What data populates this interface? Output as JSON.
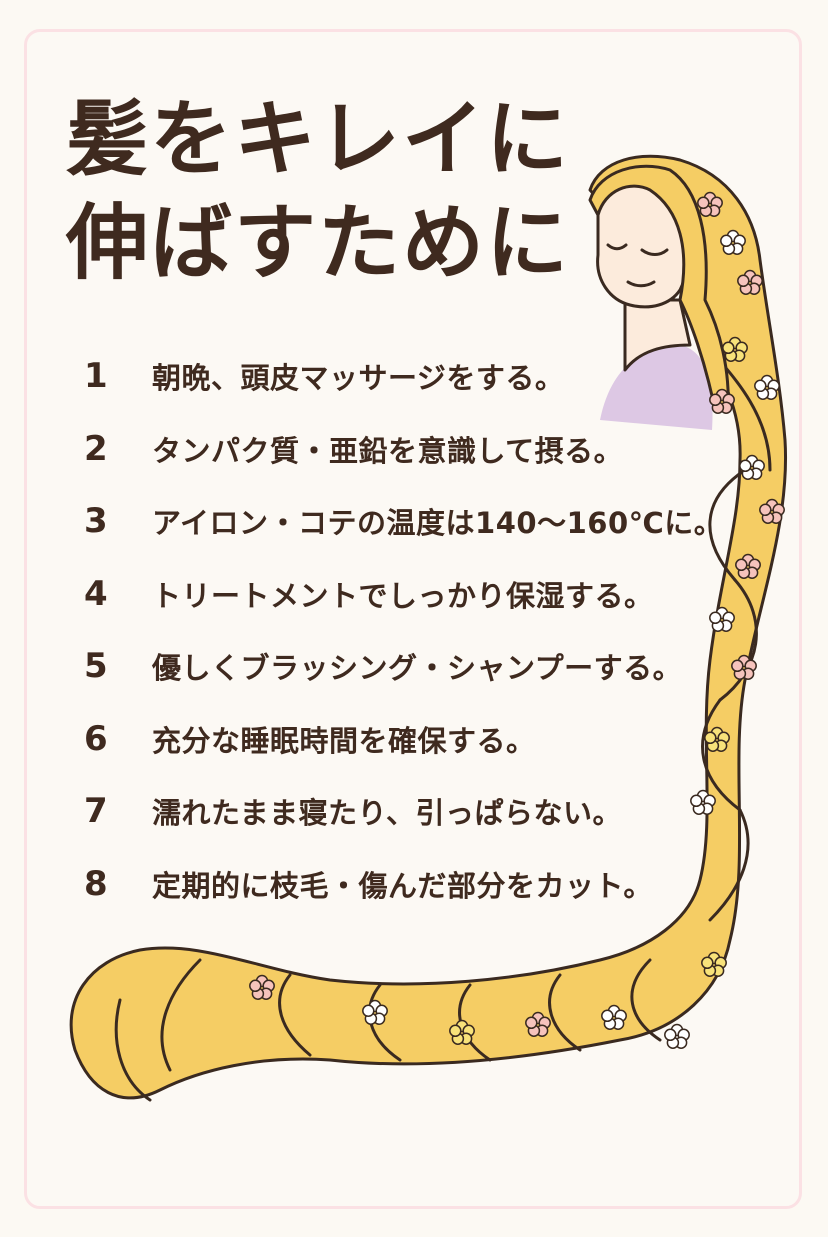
{
  "title": {
    "line1": "髪をキレイに",
    "line2": "伸ばすために"
  },
  "tips": [
    {
      "number": "1",
      "text": "朝晩、頭皮マッサージをする。"
    },
    {
      "number": "2",
      "text": "タンパク質・亜鉛を意識して摂る。"
    },
    {
      "number": "3",
      "text": "アイロン・コテの温度は140〜160℃に。"
    },
    {
      "number": "4",
      "text": "トリートメントでしっかり保湿する。"
    },
    {
      "number": "5",
      "text": "優しくブラッシング・シャンプーする。"
    },
    {
      "number": "6",
      "text": "充分な睡眠時間を確保する。"
    },
    {
      "number": "7",
      "text": "濡れたまま寝たり、引っぱらない。"
    },
    {
      "number": "8",
      "text": "定期的に枝毛・傷んだ部分をカット。"
    }
  ],
  "illustration": {
    "subject": "woman-with-long-braided-hair-and-flowers",
    "hair_color": "#f5cd64",
    "outline_color": "#3a2a20",
    "skin_color": "#fcebdc",
    "dress_color": "#ddc8e4",
    "flower_colors": [
      "#f6c3bc",
      "#ffffff",
      "#f8e27a"
    ]
  },
  "colors": {
    "background": "#fcf9f3",
    "border": "#fbe1e4",
    "text": "#3f2a1f"
  }
}
